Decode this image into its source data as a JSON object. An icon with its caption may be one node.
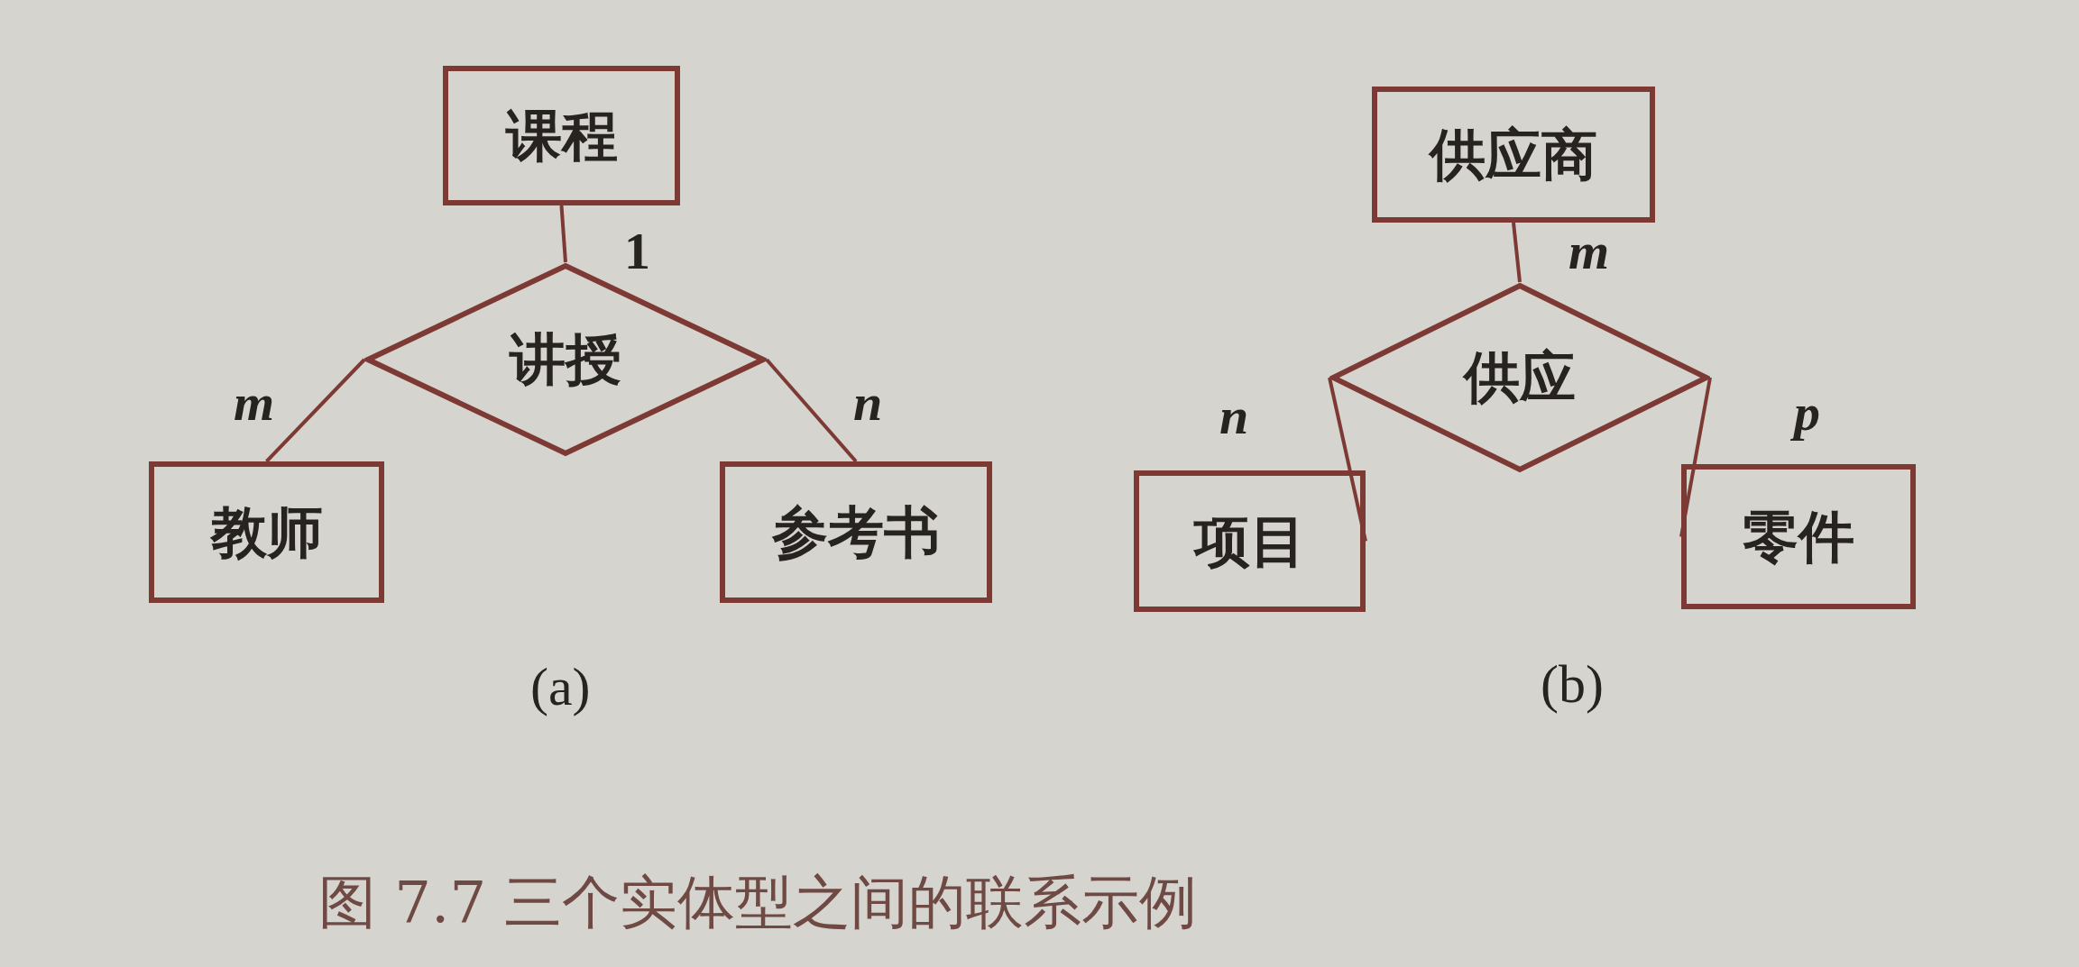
{
  "diagram": {
    "caption": "图 7.7 三个实体型之间的联系示例",
    "nodes": [
      {
        "text": [
          "课程"
        ]
      },
      {
        "text": [
          "讲授"
        ]
      },
      {
        "text": [
          "教师"
        ]
      },
      {
        "text": [
          "参考书"
        ]
      },
      {
        "text": [
          "供应商"
        ]
      },
      {
        "text": [
          "供应"
        ]
      },
      {
        "text": [
          "项目"
        ]
      },
      {
        "text": [
          "零件"
        ]
      }
    ],
    "edges": [
      {
        "from": 1,
        "to": 0,
        "arrow": "none",
        "label": "1"
      },
      {
        "from": 1,
        "to": 2,
        "arrow": "none",
        "label": "m"
      },
      {
        "from": 1,
        "to": 3,
        "arrow": "none",
        "label": "n"
      },
      {
        "from": 5,
        "to": 4,
        "arrow": "none",
        "label": "m"
      },
      {
        "from": 5,
        "to": 6,
        "arrow": "none",
        "label": "n"
      },
      {
        "from": 5,
        "to": 7,
        "arrow": "none",
        "label": "p"
      }
    ],
    "labels": [
      "(a)",
      "(b)"
    ]
  }
}
